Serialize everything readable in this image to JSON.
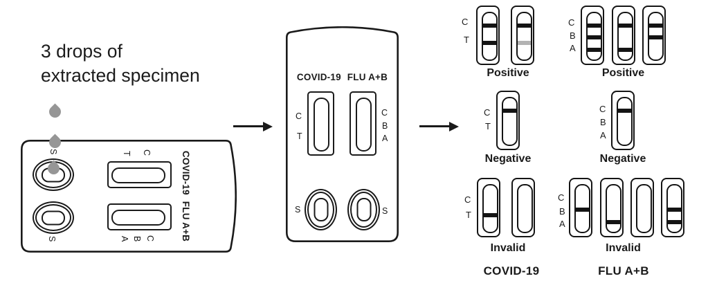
{
  "colors": {
    "line": "#1a1a1a",
    "droplet": "#969696",
    "faint_band": "#b3b3b3"
  },
  "instruction": {
    "line1": "3 drops of",
    "line2": "extracted specimen"
  },
  "cassette": {
    "title_covid": "COVID-19",
    "title_flu": "FLU A+B",
    "covid_markers": [
      "C",
      "T"
    ],
    "flu_markers": [
      "C",
      "B",
      "A"
    ],
    "well_label": "S"
  },
  "results": {
    "covid": {
      "section_label": "COVID-19",
      "markers": [
        "C",
        "T"
      ],
      "rows": [
        {
          "label": "Positive",
          "strips": [
            [
              "C",
              "T"
            ],
            [
              "C",
              "T-faint"
            ]
          ]
        },
        {
          "label": "Negative",
          "strips": [
            [
              "C"
            ]
          ]
        },
        {
          "label": "Invalid",
          "strips": [
            [
              "T"
            ],
            []
          ]
        }
      ]
    },
    "flu": {
      "section_label": "FLU A+B",
      "markers": [
        "C",
        "B",
        "A"
      ],
      "rows": [
        {
          "label": "Positive",
          "strips": [
            [
              "C",
              "B",
              "A"
            ],
            [
              "C",
              "A"
            ],
            [
              "C",
              "B"
            ]
          ]
        },
        {
          "label": "Negative",
          "strips": [
            [
              "C"
            ]
          ]
        },
        {
          "label": "Invalid",
          "strips": [
            [
              "B"
            ],
            [
              "A"
            ],
            [],
            [
              "B",
              "A"
            ]
          ]
        }
      ]
    }
  }
}
